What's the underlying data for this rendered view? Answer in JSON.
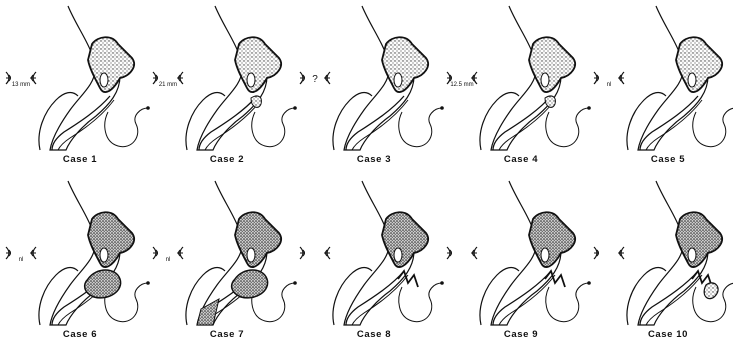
{
  "panels": [
    {
      "label": "Case  1",
      "measurement": "13 mm",
      "variant": 1
    },
    {
      "label": "Case  2",
      "measurement": "21 mm",
      "variant": 2
    },
    {
      "label": "Case  3",
      "measurement": "?",
      "variant": 3
    },
    {
      "label": "Case  4",
      "measurement": "12.5 mm",
      "variant": 4
    },
    {
      "label": "Case  5",
      "measurement": "nl",
      "variant": 5
    },
    {
      "label": "Case  6",
      "measurement": "nl",
      "variant": 6
    },
    {
      "label": "Case  7",
      "measurement": "nl",
      "variant": 7
    },
    {
      "label": "Case  8",
      "measurement": "",
      "variant": 8
    },
    {
      "label": "Case  9",
      "measurement": "",
      "variant": 9
    },
    {
      "label": "Case  10",
      "measurement": "",
      "variant": 10
    }
  ],
  "colors": {
    "ink": "#111111",
    "stipple": "#555555",
    "background": "#ffffff"
  }
}
